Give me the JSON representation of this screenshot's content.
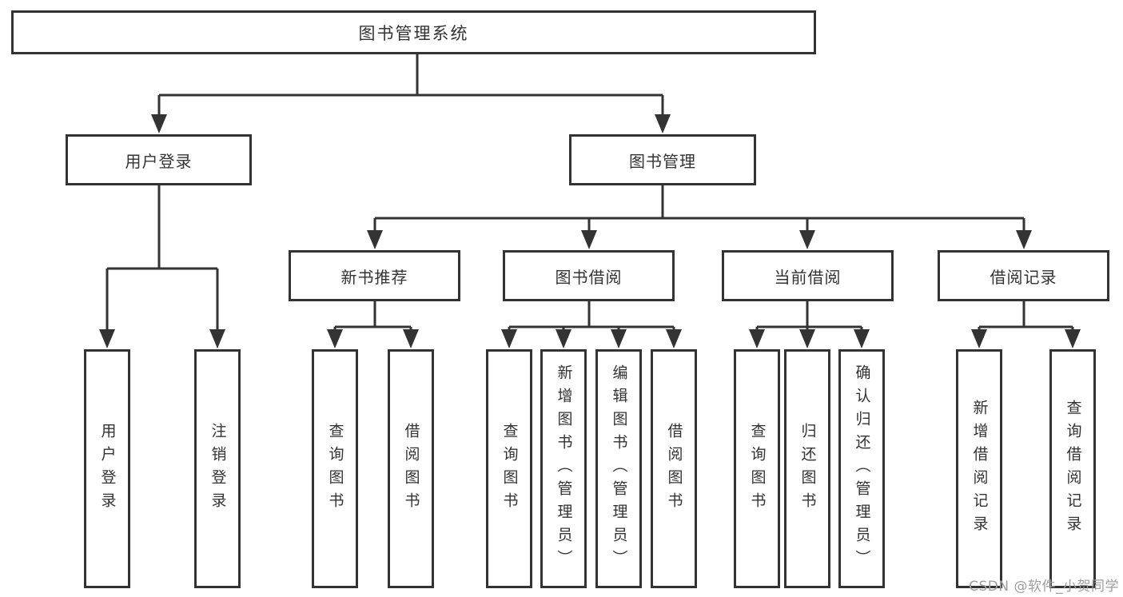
{
  "nodes": {
    "root": {
      "label": "图书管理系统"
    },
    "user_login": {
      "label": "用户登录"
    },
    "book_management": {
      "label": "图书管理"
    },
    "new_book_recommend": {
      "label": "新书推荐"
    },
    "book_borrow": {
      "label": "图书借阅"
    },
    "current_borrow": {
      "label": "当前借阅"
    },
    "borrow_records": {
      "label": "借阅记录"
    },
    "leaf_user_login": {
      "label": "用户登录"
    },
    "leaf_logout": {
      "label": "注销登录"
    },
    "leaf_query_books_recommend": {
      "label": "查询图书"
    },
    "leaf_borrow_books_recommend": {
      "label": "借阅图书"
    },
    "leaf_query_books_borrow": {
      "label": "查询图书"
    },
    "leaf_add_books_admin": {
      "label": "新增图书（管理员）"
    },
    "leaf_edit_books_admin": {
      "label": "编辑图书（管理员）"
    },
    "leaf_borrow_books_borrow": {
      "label": "借阅图书"
    },
    "leaf_query_books_current": {
      "label": "查询图书"
    },
    "leaf_return_books": {
      "label": "归还图书"
    },
    "leaf_confirm_return_admin": {
      "label": "确认归还（管理员）"
    },
    "leaf_add_borrow_record": {
      "label": "新增借阅记录"
    },
    "leaf_query_borrow_record": {
      "label": "查询借阅记录"
    }
  },
  "watermark": {
    "text": "CSDN @软件_小贺同学"
  },
  "colors": {
    "line": "#333333",
    "text": "#333333",
    "watermark": "#9e9e9e",
    "background": "#ffffff"
  }
}
